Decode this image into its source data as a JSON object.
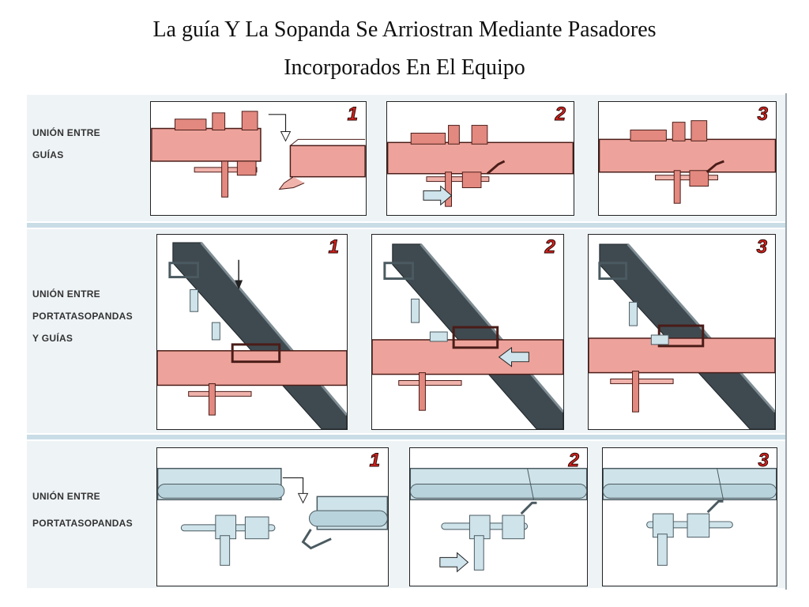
{
  "title": {
    "line1": "La guía Y La Sopanda Se Arriostran  Mediante Pasadores",
    "line2": "Incorporados En El Equipo"
  },
  "rows": [
    {
      "label_lines": [
        "UNIÓN ENTRE",
        "GUÍAS"
      ],
      "steps": [
        "1",
        "2",
        "3"
      ]
    },
    {
      "label_lines": [
        "UNIÓN ENTRE",
        "PORTATASOPANDAS",
        "Y GUÍAS"
      ],
      "steps": [
        "1",
        "2",
        "3"
      ]
    },
    {
      "label_lines": [
        "UNIÓN ENTRE",
        "PORTATASOPANDAS"
      ],
      "steps": [
        "1",
        "2",
        "3"
      ]
    }
  ],
  "colors": {
    "guide_beam": "#eda39b",
    "guide_outline": "#4a1c18",
    "prop_holder": "#cfe3ea",
    "dark_rail": "#3f4a50",
    "arrow_fill": "#cfe4ec",
    "step_number": "#d8231e"
  }
}
